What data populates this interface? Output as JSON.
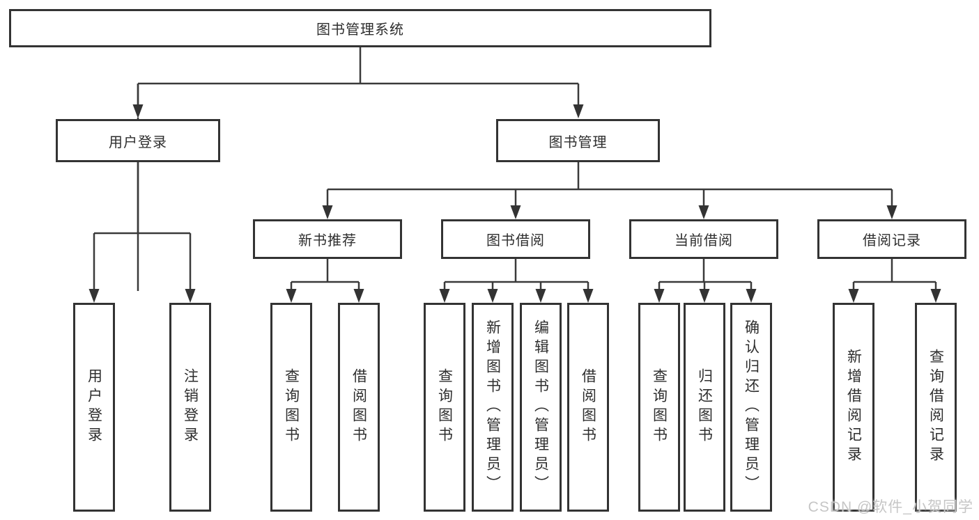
{
  "diagram": {
    "root": {
      "label": "图书管理系统"
    },
    "branches": [
      {
        "label": "用户登录",
        "leaves": [
          "用户登录",
          "注销登录"
        ]
      },
      {
        "label": "图书管理",
        "sections": [
          {
            "label": "新书推荐",
            "leaves": [
              "查询图书",
              "借阅图书"
            ]
          },
          {
            "label": "图书借阅",
            "leaves": [
              "查询图书",
              "新增图书（管理员）",
              "编辑图书（管理员）",
              "借阅图书"
            ]
          },
          {
            "label": "当前借阅",
            "leaves": [
              "查询图书",
              "归还图书",
              "确认归还（管理员）"
            ]
          },
          {
            "label": "借阅记录",
            "leaves": [
              "新增借阅记录",
              "查询借阅记录"
            ]
          }
        ]
      }
    ]
  },
  "watermark": "CSDN @软件_小贺同学",
  "colors": {
    "line": "#3a3a3a",
    "box_border": "#333333",
    "text": "#2e2e2e",
    "background": "#ffffff",
    "watermark": "#c6c6c6"
  }
}
